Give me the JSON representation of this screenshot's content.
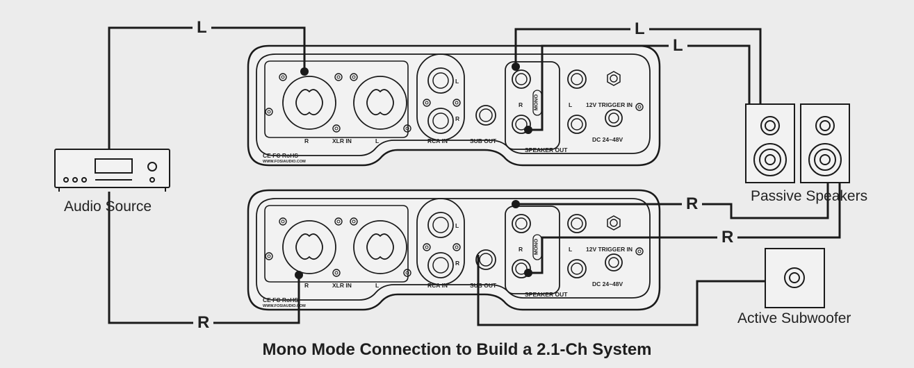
{
  "title": "Mono Mode Connection to Build a 2.1-Ch System",
  "devices": {
    "audio_source": "Audio Source",
    "passive_speakers": "Passive Speakers",
    "active_subwoofer": "Active Subwoofer"
  },
  "channels": {
    "left": "L",
    "right": "R"
  },
  "amp_panel": {
    "xlr_r": "R",
    "xlr_in": "XLR IN",
    "xlr_l": "L",
    "rca_in": "RCA IN",
    "rca_l": "L",
    "rca_r": "R",
    "sub_out": "SUB OUT",
    "spk_r": "R",
    "spk_l": "L",
    "mono": "MONO",
    "speaker_out": "SPEAKER OUT",
    "trigger": "12V TRIGGER IN",
    "dc": "DC 24~48V",
    "cert": "CE FC RoHS",
    "website": "WWW.FOSIAUDIO.COM"
  }
}
